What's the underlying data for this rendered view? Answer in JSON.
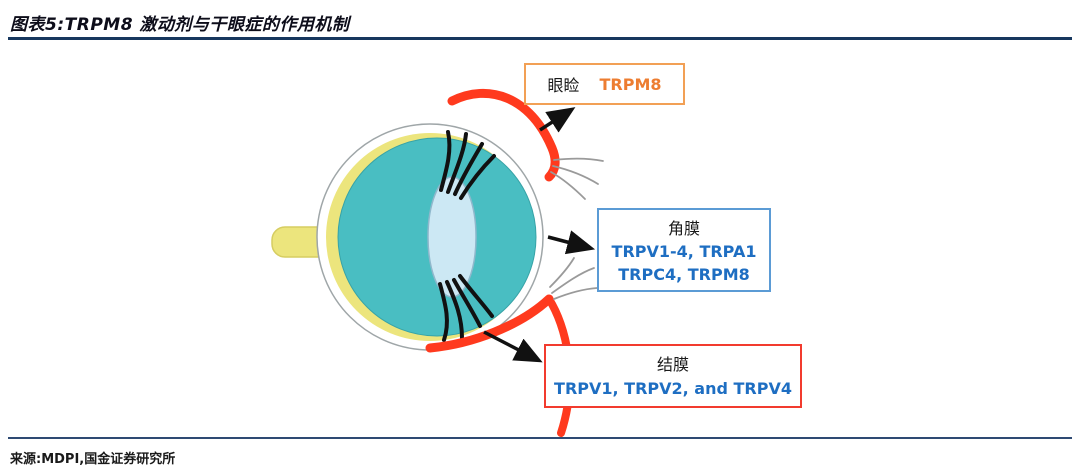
{
  "figure": {
    "title": "图表5:TRPM8 激动剂与干眼症的作用机制",
    "source": "来源:MDPI,国金证券研究所"
  },
  "boxes": {
    "eyelid": {
      "label": "眼睑",
      "proteins": "TRPM8"
    },
    "cornea": {
      "label": "角膜",
      "proteins_line1": "TRPV1-4, TRPA1",
      "proteins_line2": "TRPC4, TRPM8"
    },
    "conjunctiva": {
      "label": "结膜",
      "proteins": "TRPV1, TRPV2, and TRPV4"
    }
  },
  "colors": {
    "title_underline": "#17375e",
    "eyelid_box_border": "#f2a055",
    "eyelid_protein_text": "#ed7d31",
    "cornea_box_border": "#5b9bd5",
    "conjunctiva_box_border": "#f23b2e",
    "protein_text_blue": "#1e6ec2",
    "eyelid_curve": "#ff3a1e",
    "eyeball_fill": "#49bec2",
    "sclera_crescent_fill": "#ece57d",
    "lens_fill": "#cce8f4",
    "arrow": "#111111"
  }
}
